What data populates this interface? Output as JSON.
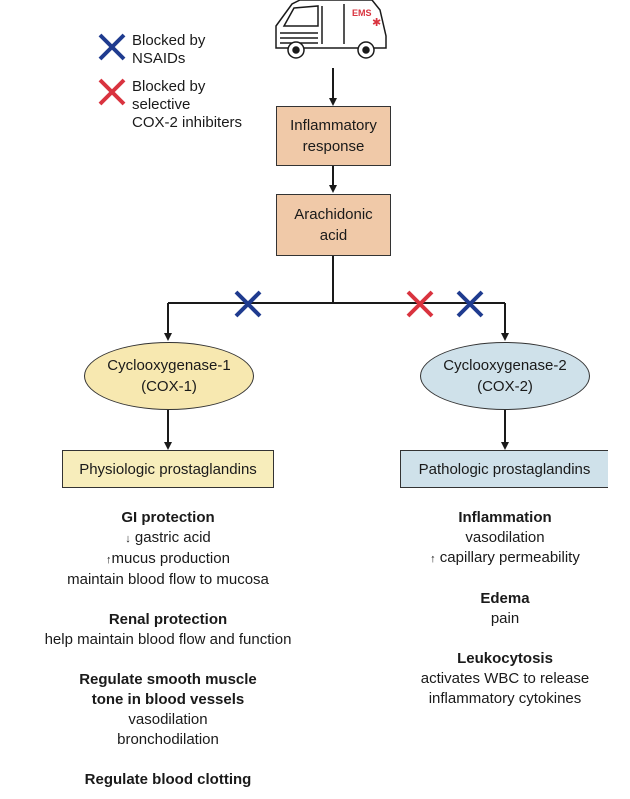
{
  "legend": {
    "nsaids": {
      "label_line1": "Blocked by",
      "label_line2": "NSAIDs",
      "color": "#1f3b8f"
    },
    "cox2": {
      "label_line1": "Blocked by",
      "label_line2": "selective",
      "label_line3": "COX-2 inhibiters",
      "color": "#d9333f"
    }
  },
  "boxes": {
    "inflammatory_line1": "Inflammatory",
    "inflammatory_line2": "response",
    "arachidonic_line1": "Arachidonic",
    "arachidonic_line2": "acid",
    "cox1_line1": "Cyclooxygenase-1",
    "cox1_line2": "(COX-1)",
    "cox2_line1": "Cyclooxygenase-2",
    "cox2_line2": "(COX-2)",
    "physiologic": "Physiologic prostaglandins",
    "pathologic": "Pathologic prostaglandins"
  },
  "left_column": {
    "gi_head": "GI protection",
    "gi_1": "gastric acid",
    "gi_2": "mucus production",
    "gi_3": "maintain blood flow to mucosa",
    "renal_head": "Renal protection",
    "renal_1": "help maintain blood flow and function",
    "smooth_head_1": "Regulate smooth muscle",
    "smooth_head_2": "tone in blood vessels",
    "smooth_1": "vasodilation",
    "smooth_2": "bronchodilation",
    "clot_head": "Regulate blood clotting"
  },
  "right_column": {
    "inflam_head": "Inflammation",
    "inflam_1": "vasodilation",
    "inflam_2": "capillary permeability",
    "edema_head": "Edema",
    "edema_1": "pain",
    "leuko_head": "Leukocytosis",
    "leuko_1": "activates WBC to release",
    "leuko_2": "inflammatory cytokines"
  },
  "icons": {
    "ambulance": "ambulance-icon",
    "x_mark": "x-mark-icon",
    "down_arrow": "down-arrow-icon",
    "up_arrow": "up-arrow-icon"
  }
}
